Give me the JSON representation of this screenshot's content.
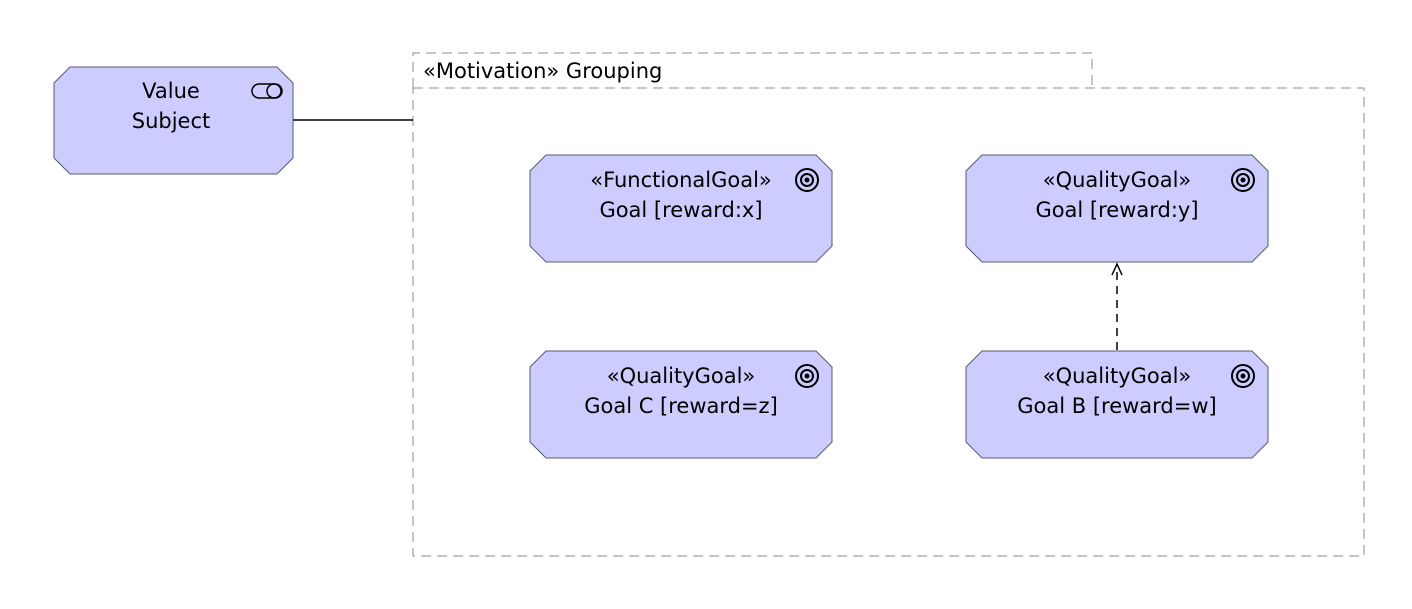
{
  "colors": {
    "node_fill": "#ccccff",
    "node_stroke": "#5a5a6e",
    "edge": "#000000",
    "group_border": "#8c8c8c",
    "background": "#ffffff"
  },
  "value_subject": {
    "line1": "Value",
    "line2": "Subject",
    "icon": "toggle-icon"
  },
  "grouping": {
    "label": "«Motivation» Grouping"
  },
  "goals": [
    {
      "stereotype": "«FunctionalGoal»",
      "name": "Goal [reward:x]",
      "icon": "target-icon"
    },
    {
      "stereotype": "«QualityGoal»",
      "name": "Goal [reward:y]",
      "icon": "target-icon"
    },
    {
      "stereotype": "«QualityGoal»",
      "name": "Goal C [reward=z]",
      "icon": "target-icon"
    },
    {
      "stereotype": "«QualityGoal»",
      "name": "Goal B [reward=w]",
      "icon": "target-icon"
    }
  ],
  "edges": [
    {
      "from": "value_subject",
      "to": "grouping",
      "style": "solid"
    },
    {
      "from": "goal-b",
      "to": "goal-reward-y",
      "style": "dashed",
      "arrow": "open"
    }
  ]
}
